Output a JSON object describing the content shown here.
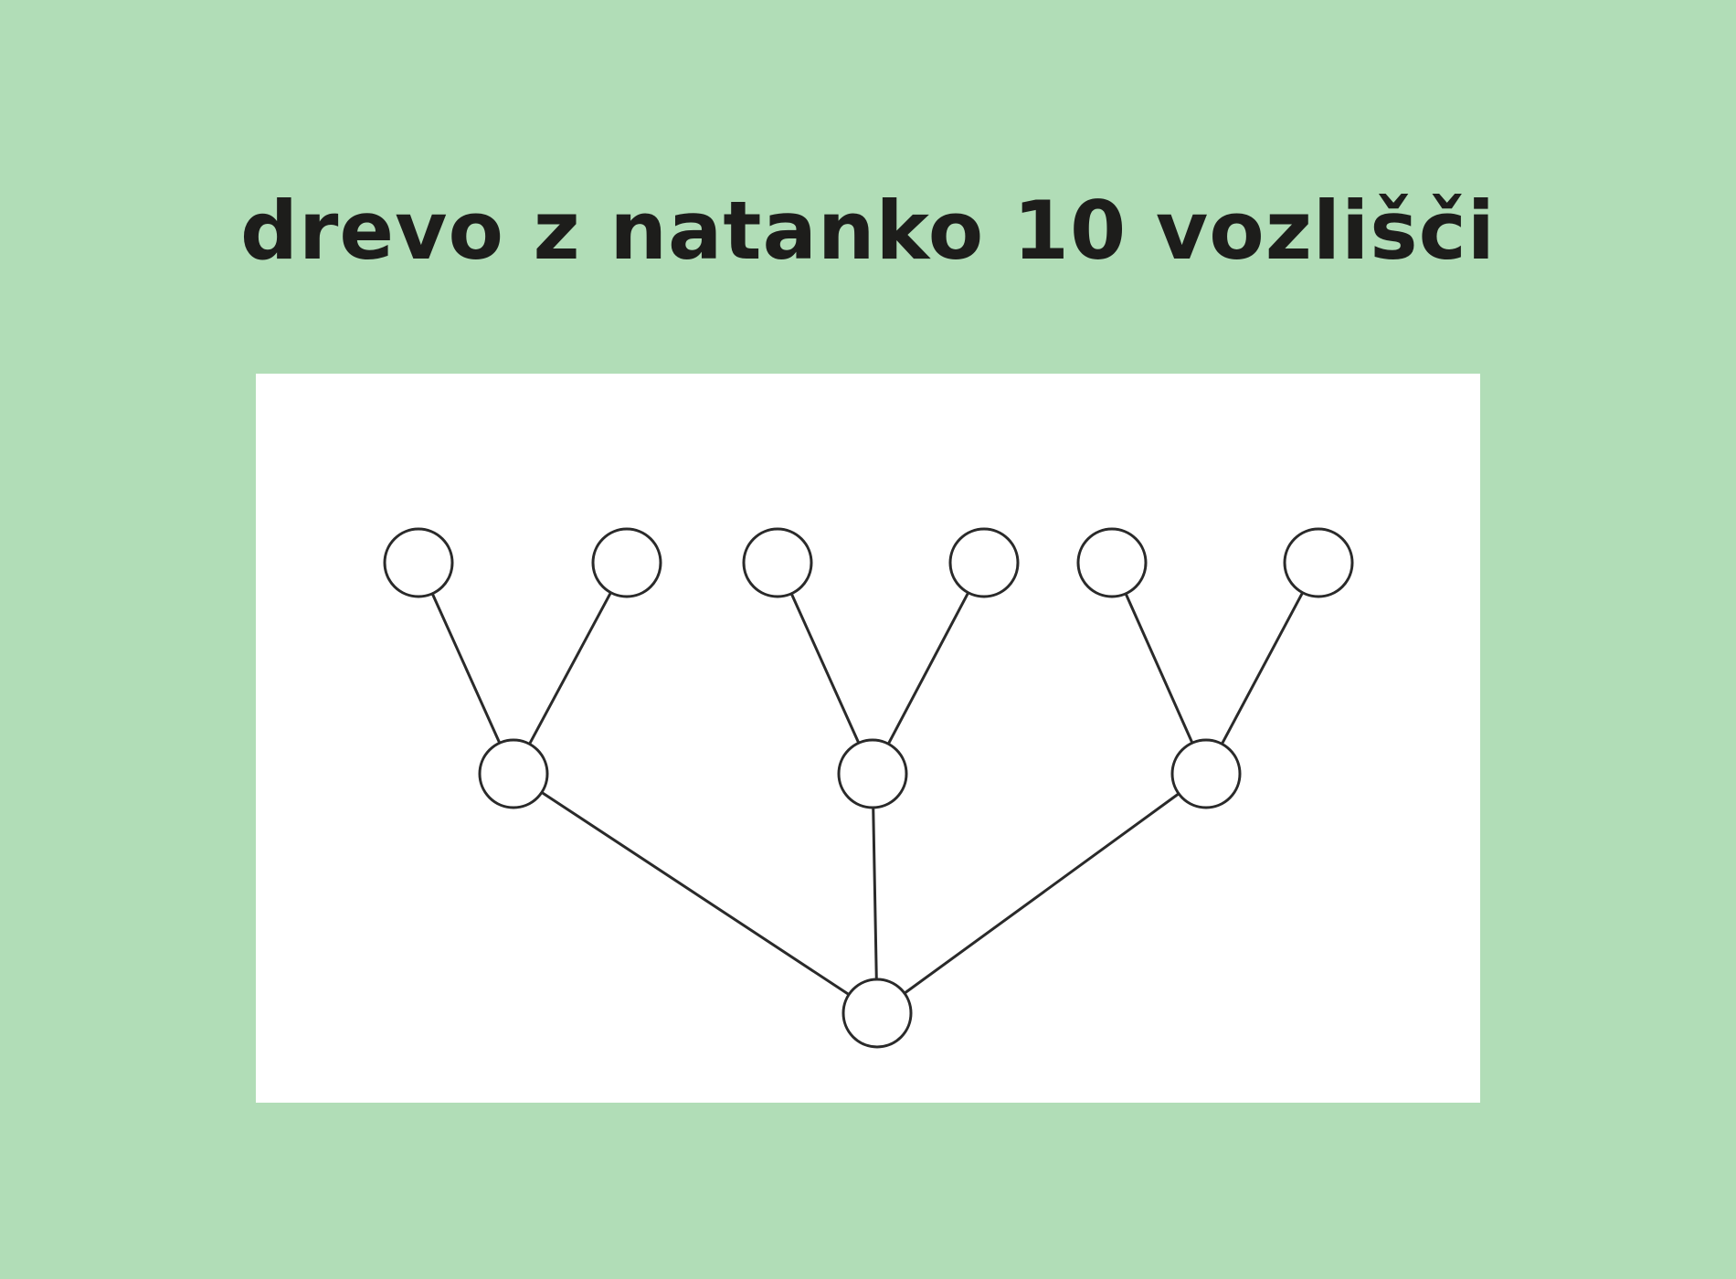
{
  "slide": {
    "title": "drevo z natanko 10 vozlišči",
    "background_color": "#b1ddb7",
    "panel_color": "#ffffff"
  },
  "diagram": {
    "type": "tree",
    "node_count": 10,
    "nodes": [
      {
        "id": "root",
        "label": ""
      },
      {
        "id": "mid-left",
        "label": ""
      },
      {
        "id": "mid-center",
        "label": ""
      },
      {
        "id": "mid-right",
        "label": ""
      },
      {
        "id": "leaf-1",
        "label": ""
      },
      {
        "id": "leaf-2",
        "label": ""
      },
      {
        "id": "leaf-3",
        "label": ""
      },
      {
        "id": "leaf-4",
        "label": ""
      },
      {
        "id": "leaf-5",
        "label": ""
      },
      {
        "id": "leaf-6",
        "label": ""
      }
    ],
    "edges": [
      [
        "root",
        "mid-left"
      ],
      [
        "root",
        "mid-center"
      ],
      [
        "root",
        "mid-right"
      ],
      [
        "mid-left",
        "leaf-1"
      ],
      [
        "mid-left",
        "leaf-2"
      ],
      [
        "mid-center",
        "leaf-3"
      ],
      [
        "mid-center",
        "leaf-4"
      ],
      [
        "mid-right",
        "leaf-5"
      ],
      [
        "mid-right",
        "leaf-6"
      ]
    ]
  }
}
